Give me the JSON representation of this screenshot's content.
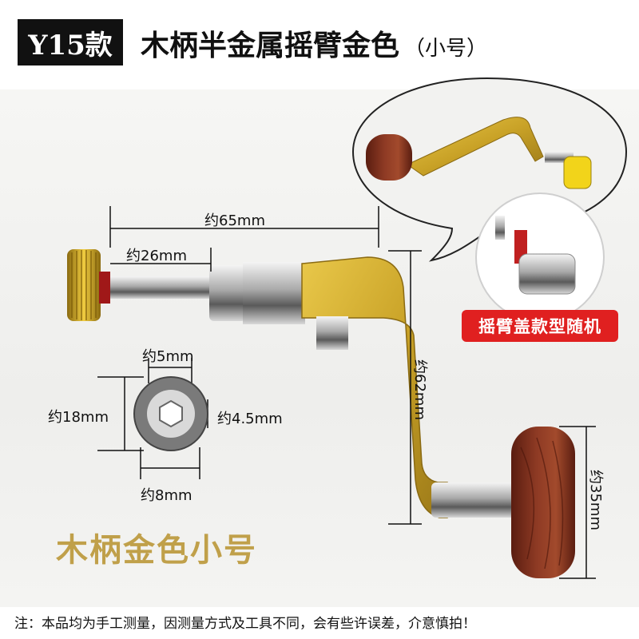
{
  "header": {
    "code": "Y15款",
    "title": "木柄半金属摇臂金色",
    "title_suffix": "（小号）"
  },
  "dimensions": {
    "total_length": "约65mm",
    "shaft_length": "约26mm",
    "arm_height": "约62mm",
    "knob_height": "约35mm",
    "inner_hex": "约5mm",
    "outer_diameter": "约18mm",
    "hex_width": "约4.5mm",
    "bottom_width": "约8mm"
  },
  "badge": {
    "text": "摇臂盖款型随机"
  },
  "caption": "木柄金色小号",
  "footer_note": "注：本品均为手工测量，因测量方式及工具不同，会有些许误差，介意慎拍！",
  "colors": {
    "gold": "#c9a227",
    "wood": "#7a2d1c",
    "red_badge": "#e02020",
    "caption_gold": "#c0a04a"
  }
}
